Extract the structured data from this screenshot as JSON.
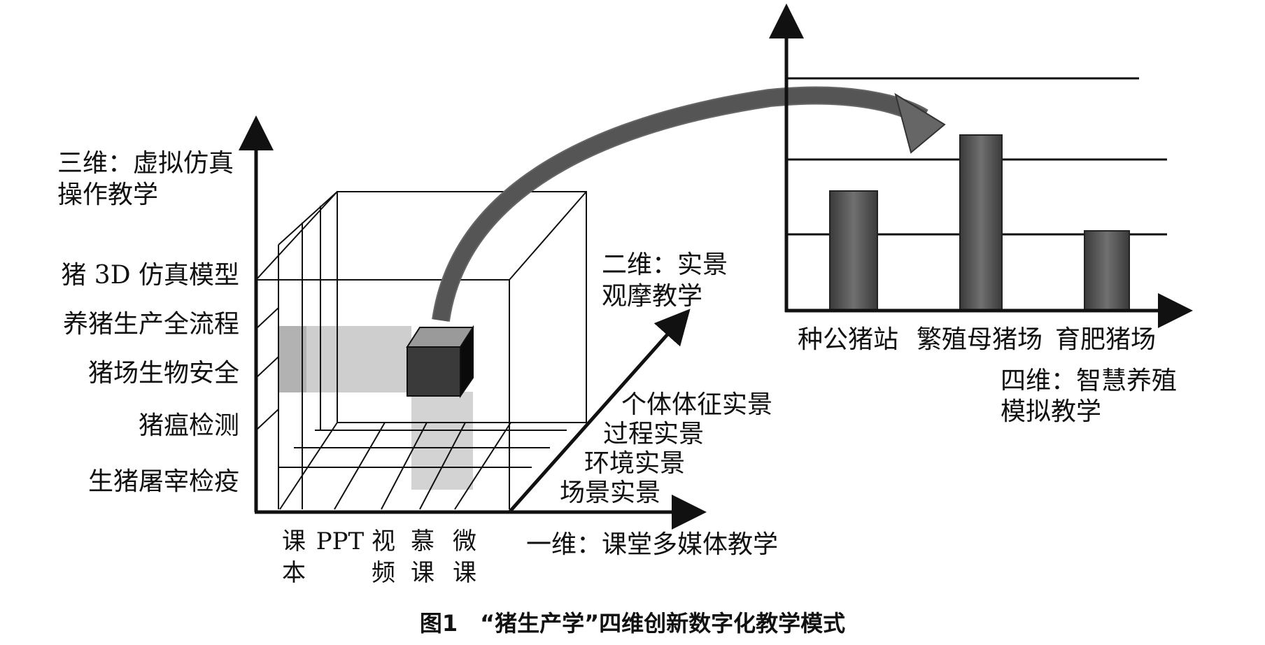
{
  "left_chart": {
    "vertical_axis_title": [
      "三维：虚拟仿真",
      "操作教学"
    ],
    "vertical_items": [
      "猪 3D 仿真模型",
      "养猪生产全流程",
      "猪场生物安全",
      "猪瘟检测",
      "生猪屠宰检疫"
    ],
    "depth_axis_title": [
      "二维：实景",
      "观摩教学"
    ],
    "depth_items": [
      "个体体征实景",
      "过程实景",
      "环境实景",
      "场景实景"
    ],
    "horizontal_axis_title": "一维：课堂多媒体教学",
    "horizontal_items": [
      [
        "课",
        "本"
      ],
      [
        "PPT"
      ],
      [
        "视",
        "频"
      ],
      [
        "慕",
        "课"
      ],
      [
        "微",
        "课"
      ]
    ]
  },
  "right_chart": {
    "categories": [
      "种公猪站",
      "繁殖母猪场",
      "育肥猪场"
    ],
    "axis_title": [
      "四维：智慧养殖",
      "模拟教学"
    ]
  },
  "caption": "图1　“猪生产学”四维创新数字化教学模式",
  "colors": {
    "line": "#111111",
    "bar": "#555555",
    "bar_edge": "#222222",
    "arrow": "#666666",
    "highlight": "#bbbbbb",
    "cube_front": "#3a3a3a",
    "cube_side": "#0a0a0a",
    "cube_top": "#9a9a9a"
  }
}
